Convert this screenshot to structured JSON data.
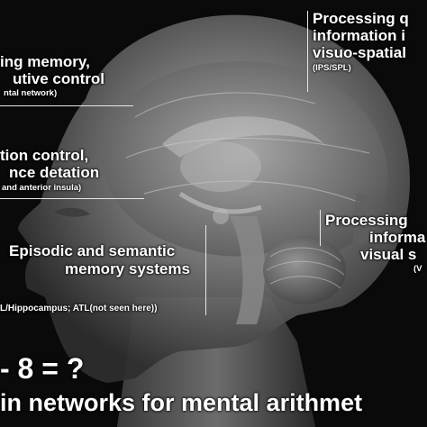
{
  "labels": {
    "wm_line1": "ing memory,",
    "wm_line2": "utive control",
    "wm_sub": "ntal network)",
    "ac_line1": "tion control,",
    "ac_line2": "nce detation",
    "ac_sub": "and anterior insula)",
    "pq_line1": "Processing q",
    "pq_line2": "information i",
    "pq_line3": "visuo-spatial",
    "pq_sub": "(IPS/SPL)",
    "pv_line1": "Processing",
    "pv_line2": "informa",
    "pv_line3": "visual s",
    "pv_sub": "(V",
    "em_line1": "Episodic and semantic",
    "em_line2": "memory systems",
    "em_sub": "L/Hippocampus; ATL(not seen here))",
    "equation": "- 8 = ?",
    "footer": "in networks for mental arithmet"
  },
  "colors": {
    "background": "#0a0a0a",
    "head": "#8c8c8c",
    "text": "#ffffff"
  }
}
